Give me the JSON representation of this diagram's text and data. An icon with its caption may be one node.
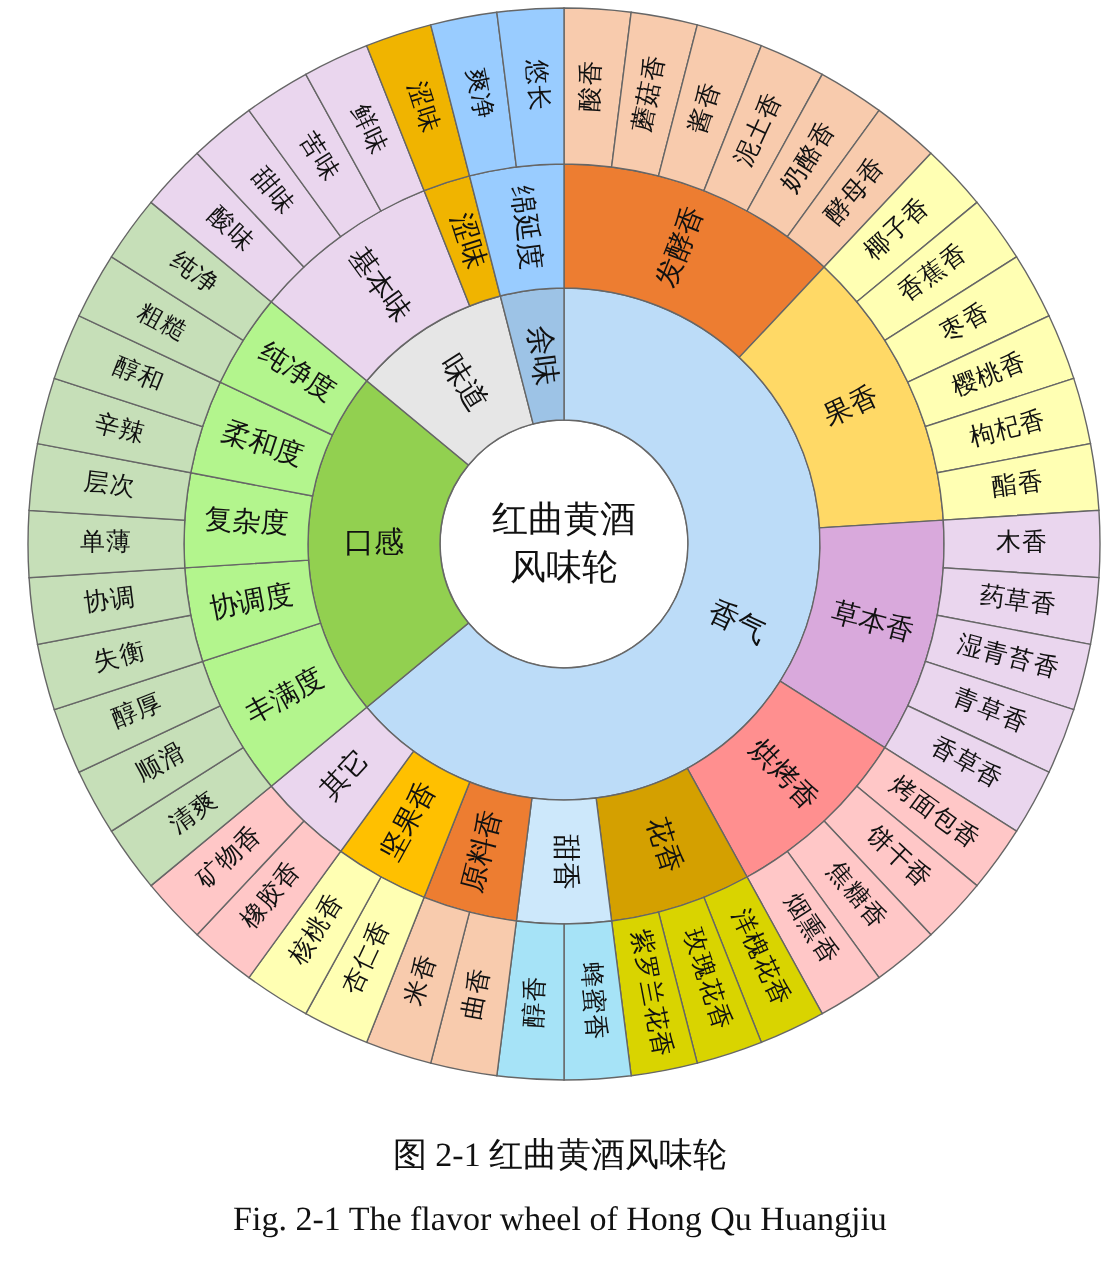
{
  "diagram": {
    "caption": "图 2-1 红曲黄酒风味轮",
    "nodes": [
      {
        "text": [
          "红曲黄酒风味轮"
        ]
      },
      {
        "text": [
          "香气"
        ]
      },
      {
        "text": [
          "发酵香"
        ]
      },
      {
        "text": [
          "酸香"
        ]
      },
      {
        "text": [
          "蘑菇香"
        ]
      },
      {
        "text": [
          "酱香"
        ]
      },
      {
        "text": [
          "泥土香"
        ]
      },
      {
        "text": [
          "奶酪香"
        ]
      },
      {
        "text": [
          "酵母香"
        ]
      },
      {
        "text": [
          "果香"
        ]
      },
      {
        "text": [
          "椰子香"
        ]
      },
      {
        "text": [
          "香蕉香"
        ]
      },
      {
        "text": [
          "枣香"
        ]
      },
      {
        "text": [
          "樱桃香"
        ]
      },
      {
        "text": [
          "枸杞香"
        ]
      },
      {
        "text": [
          "酯香"
        ]
      },
      {
        "text": [
          "草本香"
        ]
      },
      {
        "text": [
          "木香"
        ]
      },
      {
        "text": [
          "药草香"
        ]
      },
      {
        "text": [
          "湿青苔香"
        ]
      },
      {
        "text": [
          "青草香"
        ]
      },
      {
        "text": [
          "香草香"
        ]
      },
      {
        "text": [
          "烘烤香"
        ]
      },
      {
        "text": [
          "烤面包香"
        ]
      },
      {
        "text": [
          "饼干香"
        ]
      },
      {
        "text": [
          "焦糖香"
        ]
      },
      {
        "text": [
          "烟熏香"
        ]
      },
      {
        "text": [
          "花香"
        ]
      },
      {
        "text": [
          "洋槐花香"
        ]
      },
      {
        "text": [
          "玫瑰花香"
        ]
      },
      {
        "text": [
          "紫罗兰花香"
        ]
      },
      {
        "text": [
          "甜香"
        ]
      },
      {
        "text": [
          "蜂蜜香"
        ]
      },
      {
        "text": [
          "醇香"
        ]
      },
      {
        "text": [
          "原料香"
        ]
      },
      {
        "text": [
          "曲香"
        ]
      },
      {
        "text": [
          "米香"
        ]
      },
      {
        "text": [
          "坚果香"
        ]
      },
      {
        "text": [
          "杏仁香"
        ]
      },
      {
        "text": [
          "核桃香"
        ]
      },
      {
        "text": [
          "其它"
        ]
      },
      {
        "text": [
          "橡胶香"
        ]
      },
      {
        "text": [
          "矿物香"
        ]
      },
      {
        "text": [
          "口感"
        ]
      },
      {
        "text": [
          "丰满度"
        ]
      },
      {
        "text": [
          "清爽"
        ]
      },
      {
        "text": [
          "顺滑"
        ]
      },
      {
        "text": [
          "醇厚"
        ]
      },
      {
        "text": [
          "协调度"
        ]
      },
      {
        "text": [
          "失衡"
        ]
      },
      {
        "text": [
          "协调"
        ]
      },
      {
        "text": [
          "复杂度"
        ]
      },
      {
        "text": [
          "单薄"
        ]
      },
      {
        "text": [
          "层次"
        ]
      },
      {
        "text": [
          "柔和度"
        ]
      },
      {
        "text": [
          "辛辣"
        ]
      },
      {
        "text": [
          "醇和"
        ]
      },
      {
        "text": [
          "纯净度"
        ]
      },
      {
        "text": [
          "粗糙"
        ]
      },
      {
        "text": [
          "纯净"
        ]
      },
      {
        "text": [
          "味道"
        ]
      },
      {
        "text": [
          "基本味"
        ]
      },
      {
        "text": [
          "酸味"
        ]
      },
      {
        "text": [
          "甜味"
        ]
      },
      {
        "text": [
          "苦味"
        ]
      },
      {
        "text": [
          "鲜味"
        ]
      },
      {
        "text": [
          "涩味"
        ]
      },
      {
        "text": [
          "涩味"
        ]
      },
      {
        "text": [
          "余味"
        ]
      },
      {
        "text": [
          "绵延度"
        ]
      },
      {
        "text": [
          "爽净"
        ]
      },
      {
        "text": [
          "悠长"
        ]
      }
    ],
    "labels": [
      "Fig. 2-1 The flavor wheel of Hong Qu Huangjiu"
    ]
  }
}
